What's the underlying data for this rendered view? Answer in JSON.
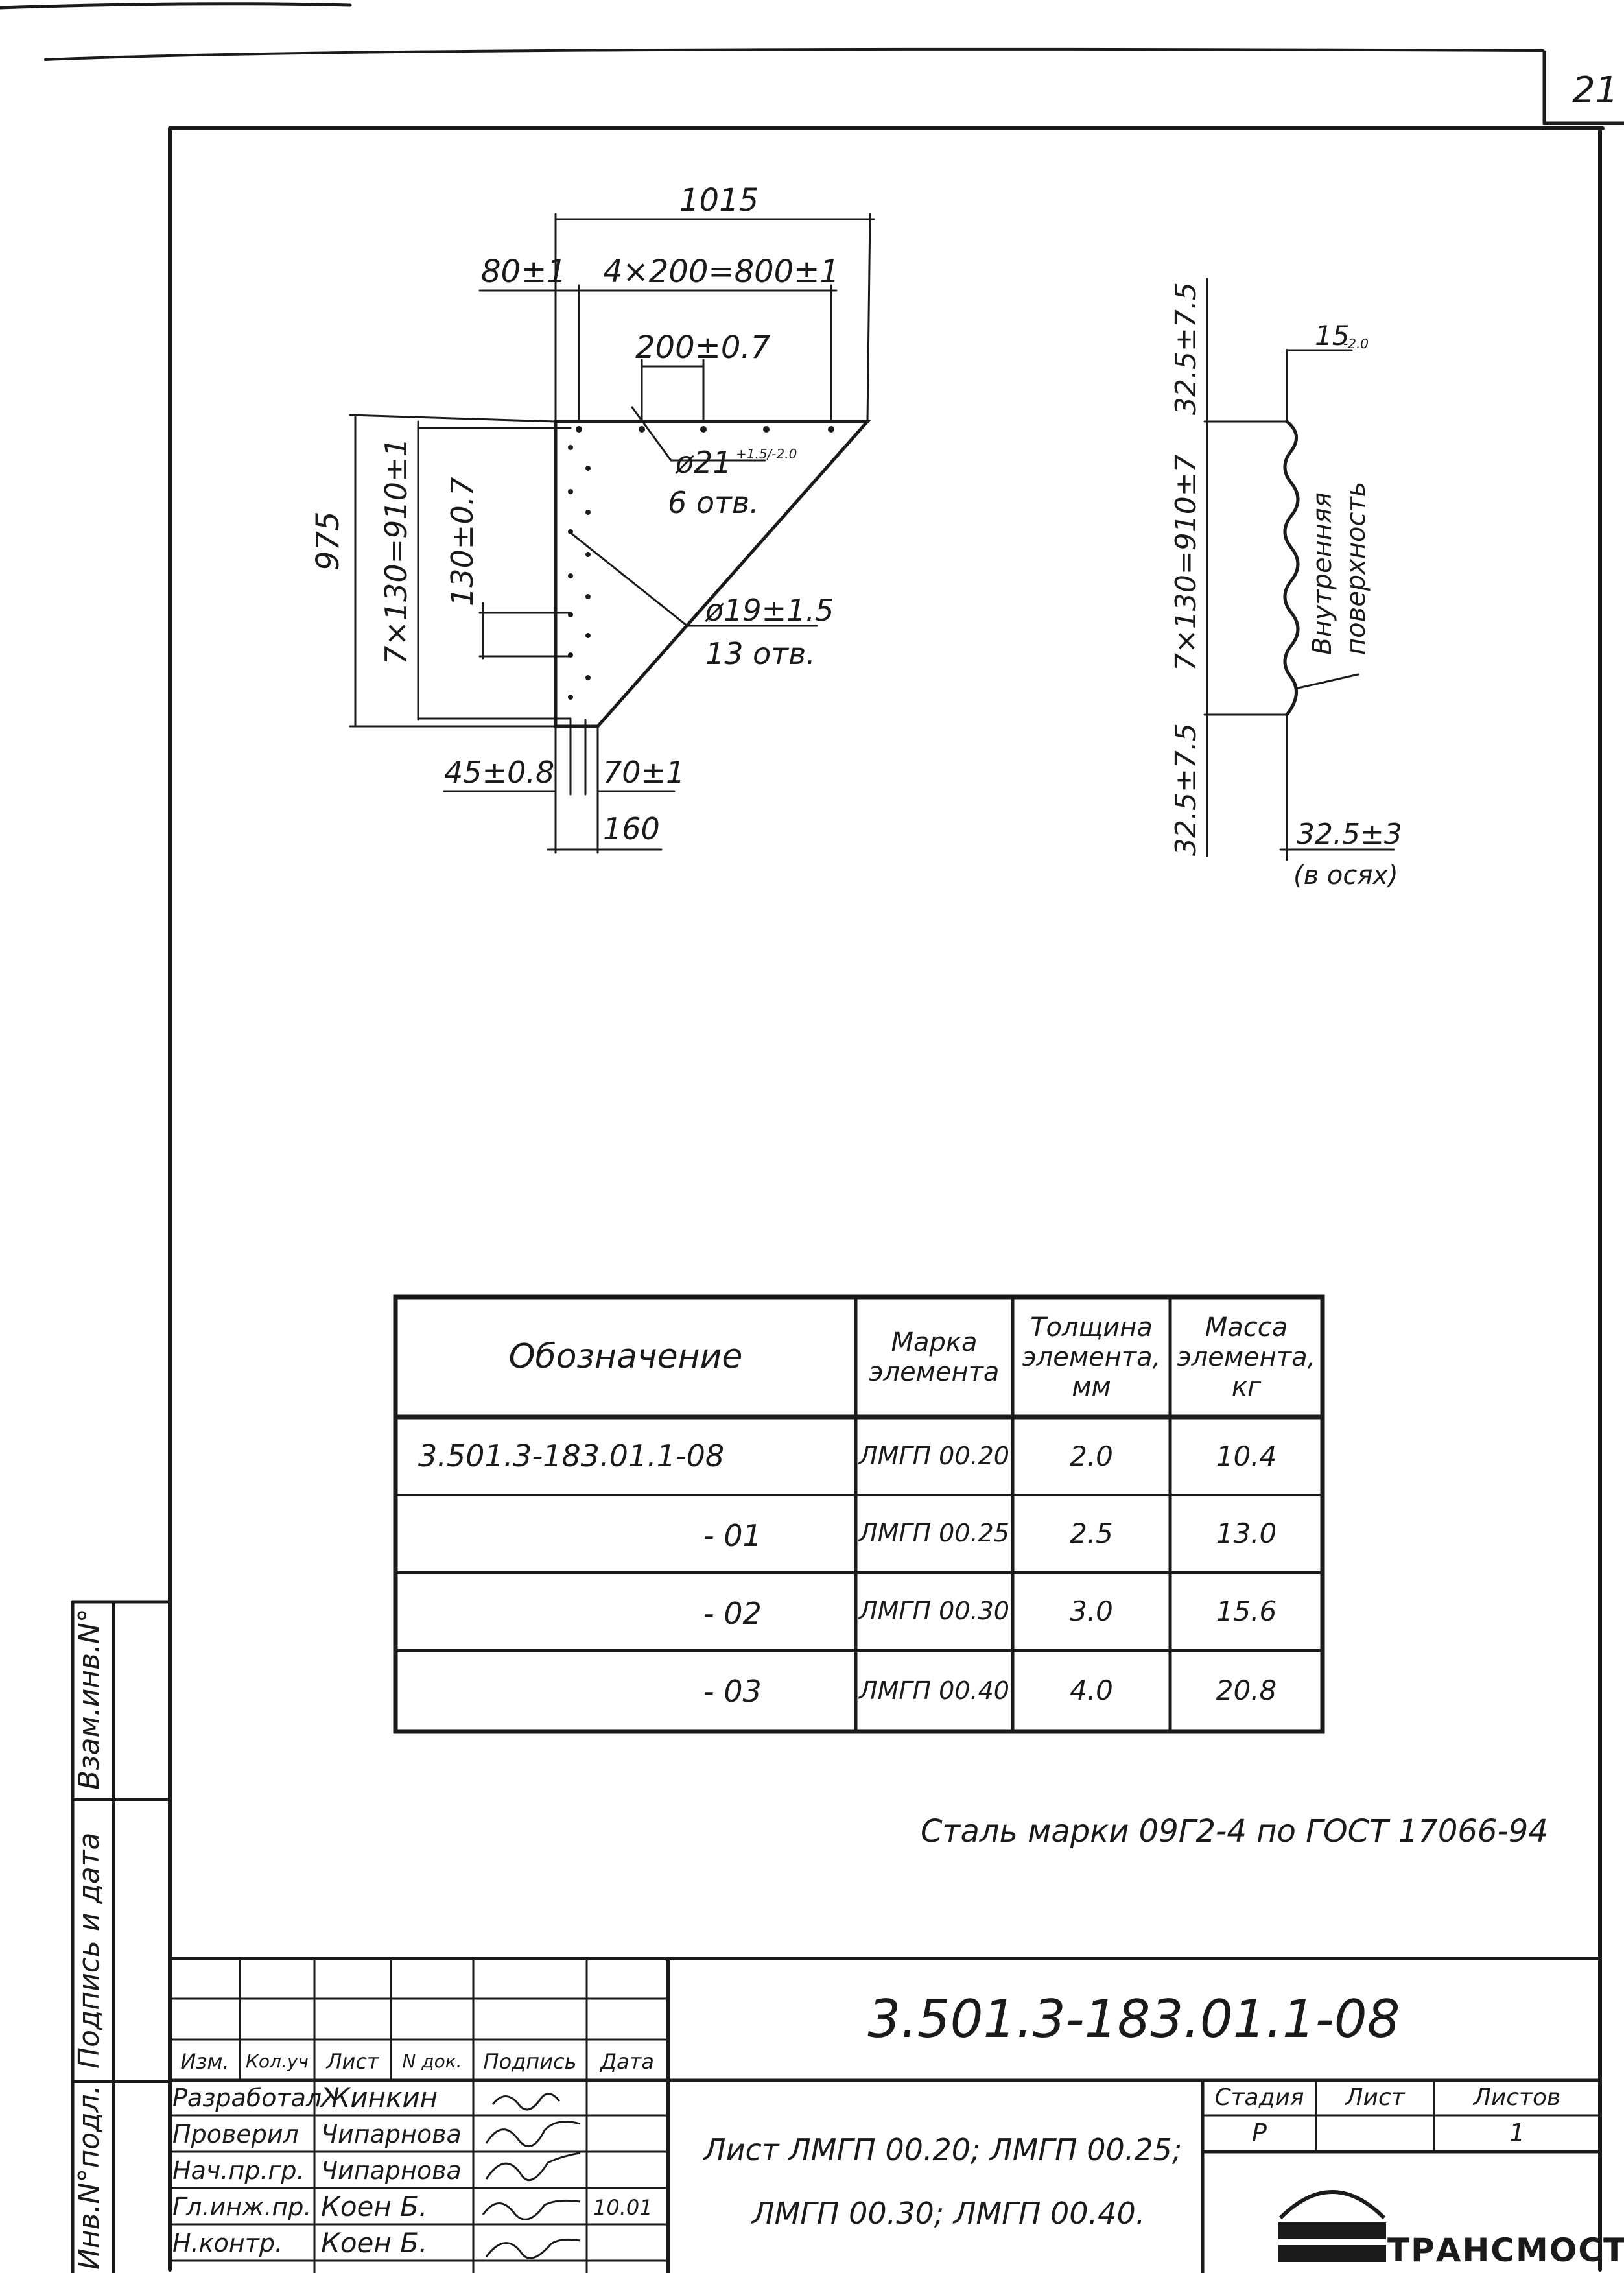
{
  "sheet_number": "21",
  "drawing": {
    "left_view": {
      "dim_total_width": "1015",
      "dim_edge": "80±1",
      "dim_span": "4×200=800±1",
      "dim_pitch": "200±0.7",
      "hole_a_dia": "ø21",
      "hole_a_tol": "+1.5/-2.0",
      "hole_a_count": "6 отв.",
      "dim_height": "975",
      "dim_vert_span": "7×130=910±1",
      "dim_vert_pitch": "130±0.7",
      "hole_b_dia": "ø19±1.5",
      "hole_b_count": "13 отв.",
      "dim_bottom_a": "45±0.8",
      "dim_bottom_b": "70±1",
      "dim_bottom_c": "160"
    },
    "right_view": {
      "dim_top": "32.5±7.5",
      "dim_span": "7×130=910±7",
      "dim_bottom": "32.5±7.5",
      "dim_thickness": "15",
      "dim_thickness_tol": "-2.0",
      "label_inner_1": "Внутренняя",
      "label_inner_2": "поверхность",
      "dim_axes": "32.5±3",
      "dim_axes_note": "(в осях)"
    }
  },
  "spec_table": {
    "headers": {
      "designation": "Обозначение",
      "mark_1": "Марка",
      "mark_2": "элемента",
      "thick_1": "Толщина",
      "thick_2": "элемента,",
      "thick_3": "мм",
      "mass_1": "Масса",
      "mass_2": "элемента,",
      "mass_3": "кг"
    },
    "rows": [
      {
        "designation": "3.501.3-183.01.1-08",
        "mark": "ЛМГП 00.20",
        "thickness": "2.0",
        "mass": "10.4"
      },
      {
        "designation": "- 01",
        "mark": "ЛМГП 00.25",
        "thickness": "2.5",
        "mass": "13.0"
      },
      {
        "designation": "- 02",
        "mark": "ЛМГП 00.30",
        "thickness": "3.0",
        "mass": "15.6"
      },
      {
        "designation": "- 03",
        "mark": "ЛМГП 00.40",
        "thickness": "4.0",
        "mass": "20.8"
      }
    ]
  },
  "steel_note": "Сталь марки 09Г2-4 по ГОСТ 17066-94",
  "side_stamp": {
    "inv_orig": "Инв.N°подл.",
    "sign_date": "Подпись и дата",
    "swap_inv": "Взам.инв.N°"
  },
  "title_block": {
    "doc_code": "3.501.3-183.01.1-08",
    "col_headers": [
      "Изм.",
      "Кол.уч",
      "Лист",
      "N док.",
      "Подпись",
      "Дата"
    ],
    "people": [
      {
        "role": "Разработал",
        "name": "Жинкин",
        "date": ""
      },
      {
        "role": "Проверил",
        "name": "Чипарнова",
        "date": ""
      },
      {
        "role": "Нач.пр.гр.",
        "name": "Чипарнова",
        "date": ""
      },
      {
        "role": "Гл.инж.пр.",
        "name": "Коен Б.",
        "date": "10.01"
      },
      {
        "role": "Н.контр.",
        "name": "Коен Б.",
        "date": ""
      }
    ],
    "title_line1": "Лист ЛМГП 00.20; ЛМГП 00.25;",
    "title_line2": "ЛМГП 00.30; ЛМГП 00.40.",
    "stage_label": "Стадия",
    "sheet_label": "Лист",
    "sheets_label": "Листов",
    "stage_value": "Р",
    "sheet_value": "",
    "sheets_value": "1",
    "org_logo_text": "ТРАНСМОСТ"
  }
}
